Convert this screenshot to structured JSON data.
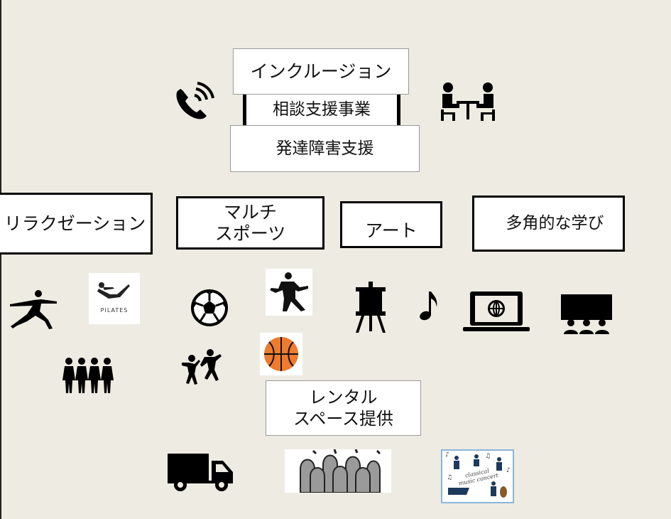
{
  "top_stack": {
    "inclusion": "インクルージョン",
    "consultation": "相談支援事業",
    "development": "発達障害支援"
  },
  "categories": {
    "relaxation": "リラクゼーション",
    "sports": "マルチ\nスポーツ",
    "art": "アート",
    "learning": "多角的な学び"
  },
  "rental": "レンタル\nスペース提供",
  "labels": {
    "pilates": "PILATES",
    "concert": "classical\nmusic concert"
  },
  "colors": {
    "background": "#eeebe2",
    "basketball": "#ee7b2e",
    "crowd": "#9a9a9a"
  }
}
